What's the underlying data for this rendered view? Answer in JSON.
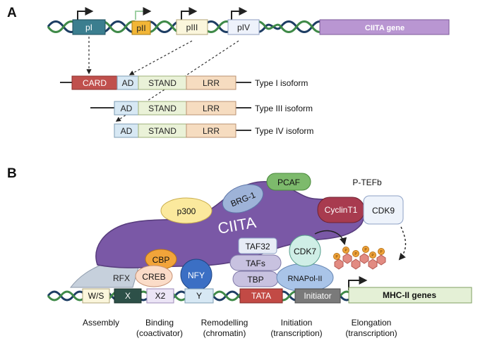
{
  "panel_a": {
    "label": "A",
    "promoters": [
      "pI",
      "pII",
      "pIII",
      "pIV"
    ],
    "gene_label": "CIITA gene",
    "domains": {
      "card": "CARD",
      "ad": "AD",
      "stand": "STAND",
      "lrr": "LRR"
    },
    "isoforms": [
      "Type I isoform",
      "Type III isoform",
      "Type IV isoform"
    ]
  },
  "panel_b": {
    "label": "B",
    "ciita": "CIITA",
    "factors": {
      "pcaf": "PCAF",
      "ptefb": "P-TEFb",
      "brg1": "BRG-1",
      "p300": "p300",
      "cyclint1": "CyclinT1",
      "cdk9": "CDK9",
      "taf32": "TAF32",
      "cdk7": "CDK7",
      "tafs": "TAFs",
      "tbp": "TBP",
      "cbp": "CBP",
      "creb": "CREB",
      "nfy": "NFY",
      "rfx": "RFX",
      "rnapol": "RNAPol-II",
      "phospho": "P"
    },
    "dna_boxes": {
      "ws": "W/S",
      "x": "X",
      "x2": "X2",
      "y": "Y",
      "tata": "TATA",
      "initiator": "Initiator",
      "mhc": "MHC-II genes"
    },
    "stages": [
      {
        "title": "Assembly",
        "sub": ""
      },
      {
        "title": "Binding",
        "sub": "(coactivator)"
      },
      {
        "title": "Remodelling",
        "sub": "(chromatin)"
      },
      {
        "title": "Initiation",
        "sub": "(transcription)"
      },
      {
        "title": "Elongation",
        "sub": "(transcription)"
      }
    ]
  },
  "colors": {
    "dna_dark": "#1d3d63",
    "dna_green": "#3f8a48",
    "ciita_purple": "#7a58a6",
    "gene_purple": "#b996d2",
    "card_red": "#c0504d",
    "ad_blue": "#d7e8f4",
    "stand_green": "#eaf2d8",
    "lrr_peach": "#f6dcc0",
    "pcaf_green": "#7dba6c",
    "cyclin_red": "#a83b4f",
    "cbp_orange": "#f2a43a",
    "nfy_blue": "#3b6fc4",
    "x_dark": "#2d5048",
    "tata_red": "#c24a45",
    "initiator_gray": "#7a7a7a",
    "mhc_green": "#e4f0d6"
  }
}
